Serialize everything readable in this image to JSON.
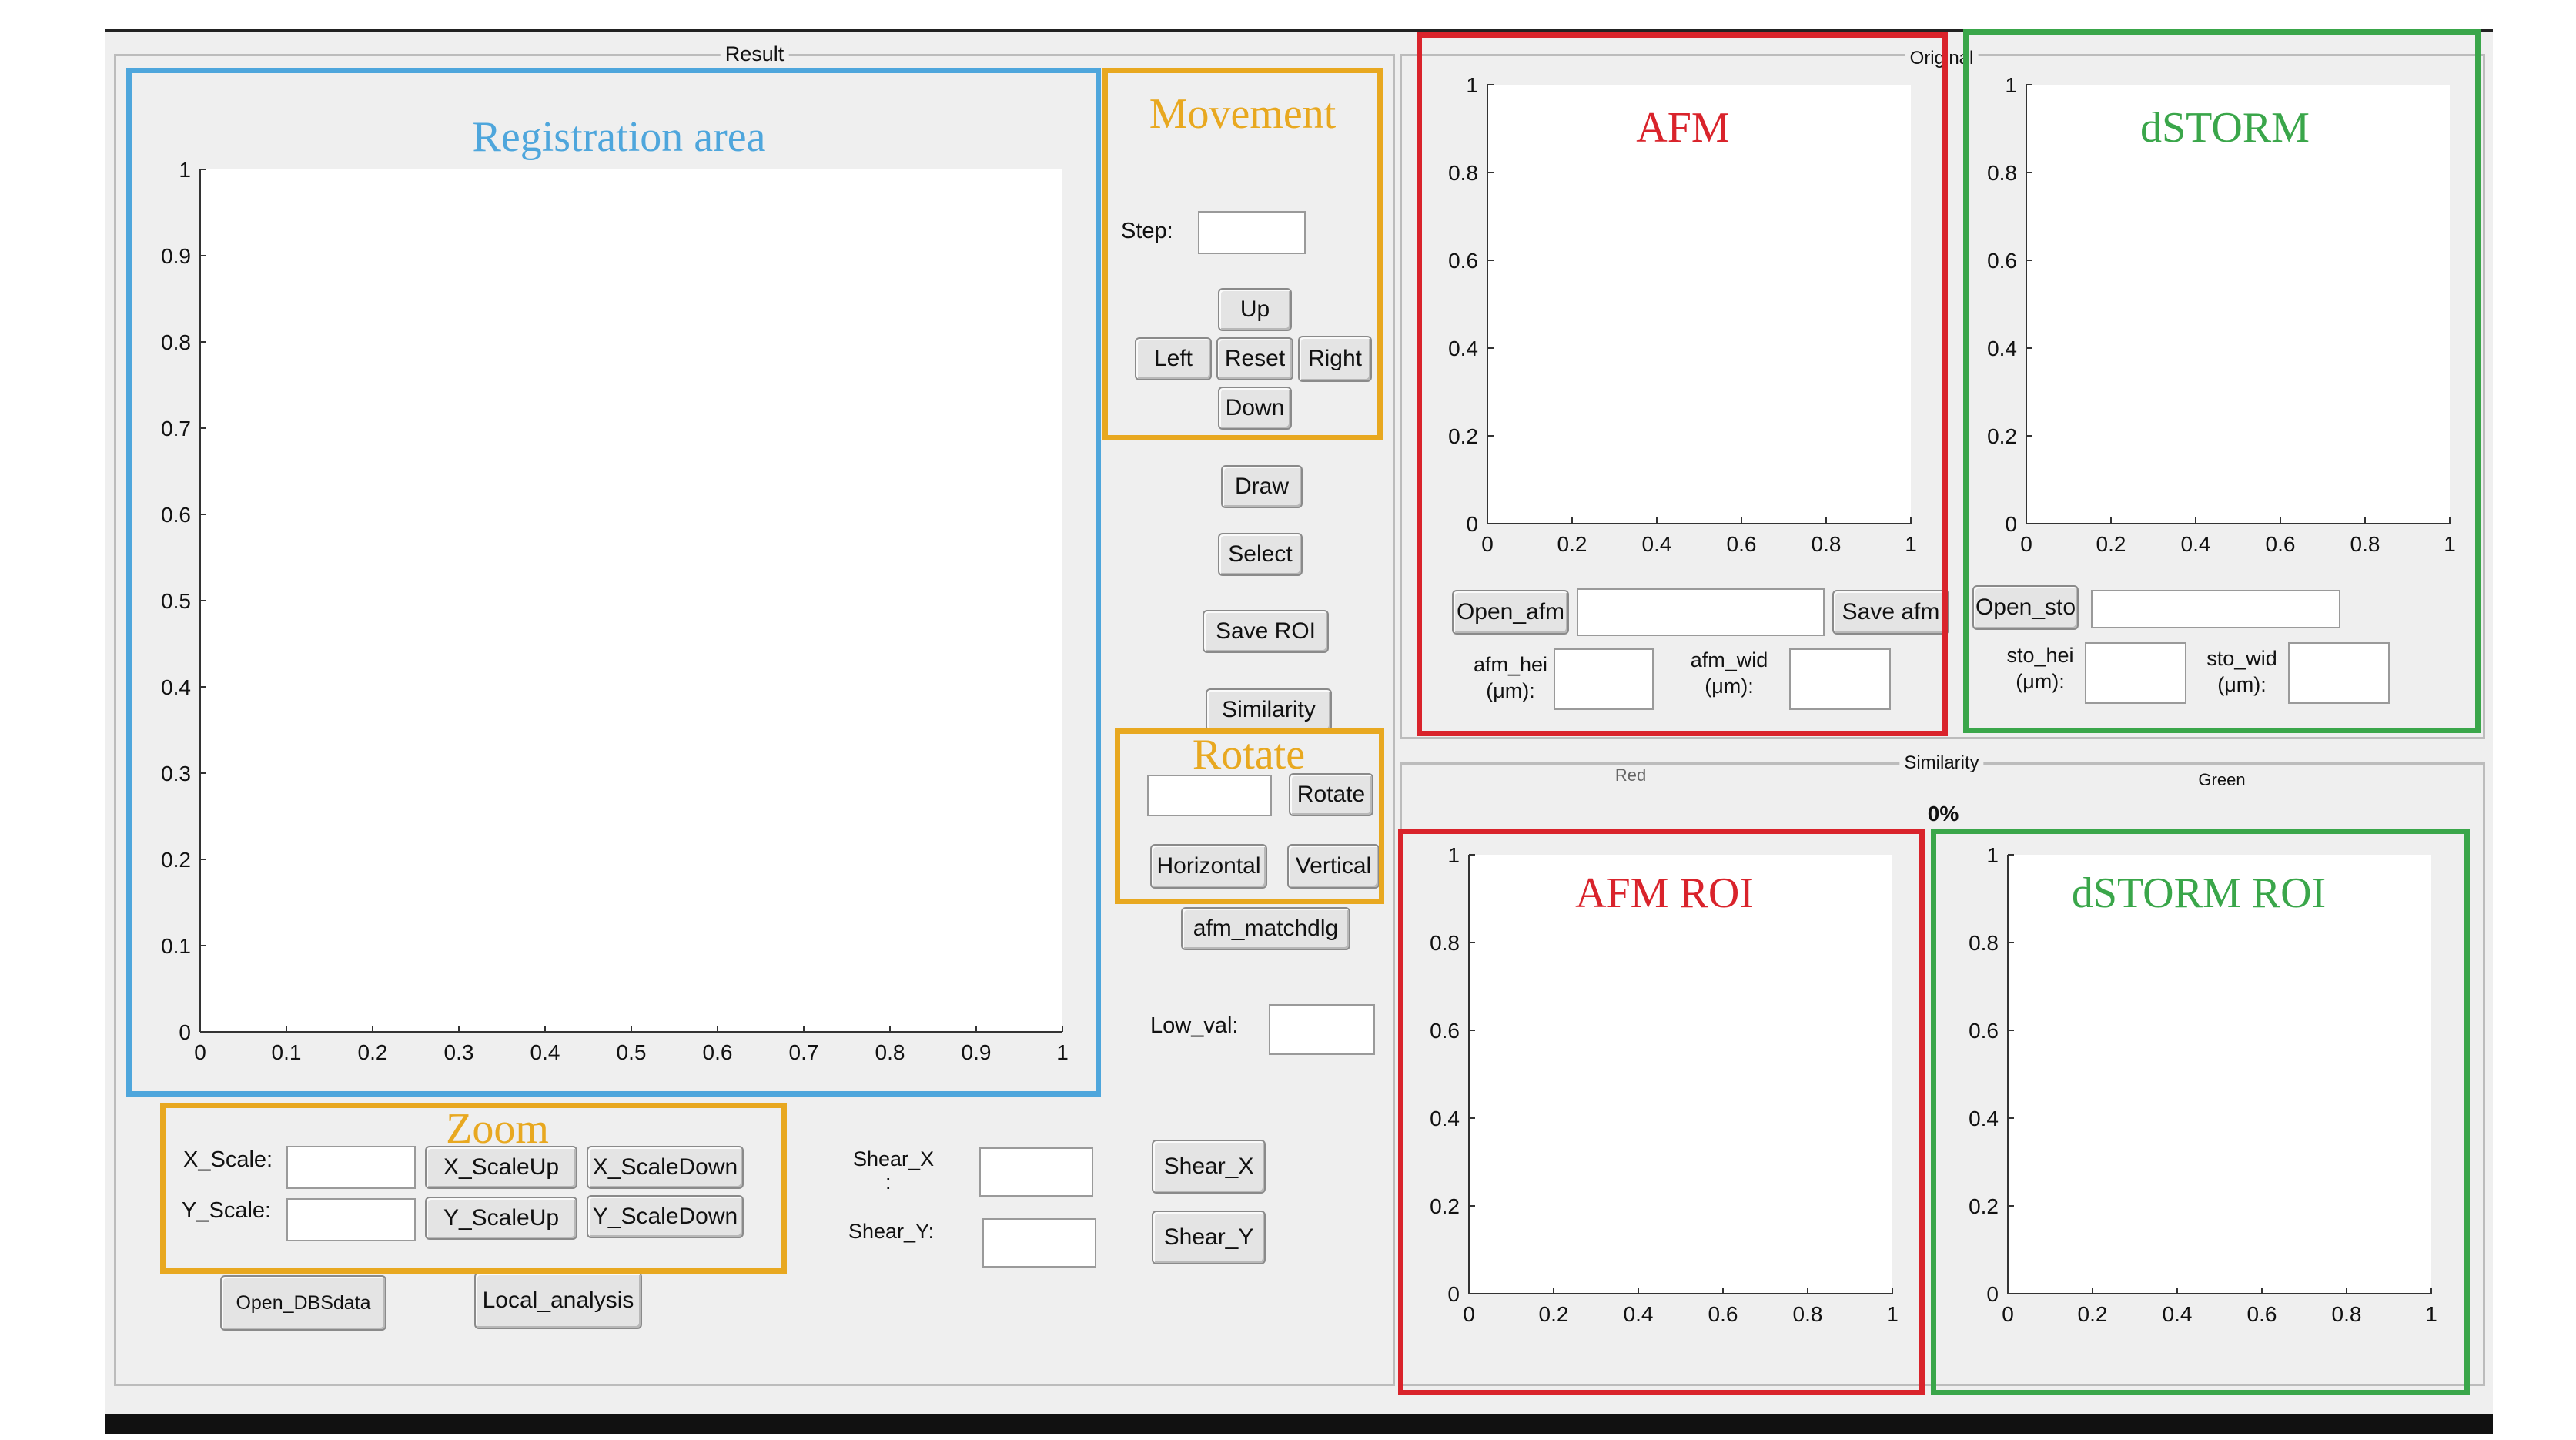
{
  "panels": {
    "result_title": "Result",
    "original_title": "Original",
    "similarity_title": "Similarity",
    "red_label": "Red",
    "green_label": "Green",
    "similarity_value": "0%"
  },
  "annotations": {
    "registration_area": "Registration area",
    "movement": "Movement",
    "rotate": "Rotate",
    "zoom": "Zoom",
    "afm": "AFM",
    "dstorm": "dSTORM",
    "afm_roi": "AFM ROI",
    "dstorm_roi": "dSTORM ROI"
  },
  "colors": {
    "blue": "#4ea6dc",
    "orange": "#e8a820",
    "red": "#d9232b",
    "green": "#3aa64a"
  },
  "movement": {
    "step_label": "Step:",
    "step_value": "",
    "up": "Up",
    "left": "Left",
    "reset": "Reset",
    "right": "Right",
    "down": "Down"
  },
  "tools": {
    "draw": "Draw",
    "select": "Select",
    "save_roi": "Save ROI",
    "similarity": "Similarity",
    "rotate_value": "",
    "rotate": "Rotate",
    "horizontal": "Horizontal",
    "vertical": "Vertical",
    "afm_matchdlg": "afm_matchdlg",
    "low_val_label": "Low_val:",
    "low_val_value": ""
  },
  "zoom": {
    "x_scale_label": "X_Scale:",
    "y_scale_label": "Y_Scale:",
    "x_scale_value": "",
    "y_scale_value": "",
    "x_scale_up": "X_ScaleUp",
    "x_scale_down": "X_ScaleDown",
    "y_scale_up": "Y_ScaleUp",
    "y_scale_down": "Y_ScaleDown"
  },
  "shear": {
    "shear_x_label": "Shear_X",
    "shear_x_colon": ":",
    "shear_y_label": "Shear_Y:",
    "shear_x_value": "",
    "shear_y_value": "",
    "shear_x_button": "Shear_X",
    "shear_y_button": "Shear_Y"
  },
  "bottom": {
    "open_dbsdata": "Open_DBSdata",
    "local_analysis": "Local_analysis"
  },
  "afm_controls": {
    "open_afm": "Open_afm",
    "path_value": "",
    "save_afm": "Save afm",
    "afm_hei_label": "afm_hei",
    "afm_hei_unit": "(μm):",
    "afm_wid_label": "afm_wid",
    "afm_wid_unit": "(μm):",
    "afm_hei_value": "",
    "afm_wid_value": ""
  },
  "sto_controls": {
    "open_sto": "Open_sto",
    "path_value": "",
    "sto_hei_label": "sto_hei",
    "sto_hei_unit": "(μm):",
    "sto_wid_label": "sto_wid",
    "sto_wid_unit": "(μm):",
    "sto_hei_value": "",
    "sto_wid_value": ""
  },
  "chart_data": [
    {
      "id": "registration",
      "type": "scatter",
      "series": [],
      "xlim": [
        0,
        1
      ],
      "ylim": [
        0,
        1
      ],
      "xticks": [
        "0",
        "0.1",
        "0.2",
        "0.3",
        "0.4",
        "0.5",
        "0.6",
        "0.7",
        "0.8",
        "0.9",
        "1"
      ],
      "yticks": [
        "0",
        "0.1",
        "0.2",
        "0.3",
        "0.4",
        "0.5",
        "0.6",
        "0.7",
        "0.8",
        "0.9",
        "1"
      ],
      "grid": false
    },
    {
      "id": "afm",
      "type": "scatter",
      "series": [],
      "xlim": [
        0,
        1
      ],
      "ylim": [
        0,
        1
      ],
      "xticks": [
        "0",
        "0.2",
        "0.4",
        "0.6",
        "0.8",
        "1"
      ],
      "yticks": [
        "0",
        "0.2",
        "0.4",
        "0.6",
        "0.8",
        "1"
      ],
      "grid": false
    },
    {
      "id": "dstorm",
      "type": "scatter",
      "series": [],
      "xlim": [
        0,
        1
      ],
      "ylim": [
        0,
        1
      ],
      "xticks": [
        "0",
        "0.2",
        "0.4",
        "0.6",
        "0.8",
        "1"
      ],
      "yticks": [
        "0",
        "0.2",
        "0.4",
        "0.6",
        "0.8",
        "1"
      ],
      "grid": false
    },
    {
      "id": "afm_roi",
      "type": "scatter",
      "series": [],
      "xlim": [
        0,
        1
      ],
      "ylim": [
        0,
        1
      ],
      "xticks": [
        "0",
        "0.2",
        "0.4",
        "0.6",
        "0.8",
        "1"
      ],
      "yticks": [
        "0",
        "0.2",
        "0.4",
        "0.6",
        "0.8",
        "1"
      ],
      "grid": false
    },
    {
      "id": "dstorm_roi",
      "type": "scatter",
      "series": [],
      "xlim": [
        0,
        1
      ],
      "ylim": [
        0,
        1
      ],
      "xticks": [
        "0",
        "0.2",
        "0.4",
        "0.6",
        "0.8",
        "1"
      ],
      "yticks": [
        "0",
        "0.2",
        "0.4",
        "0.6",
        "0.8",
        "1"
      ],
      "grid": false
    }
  ]
}
